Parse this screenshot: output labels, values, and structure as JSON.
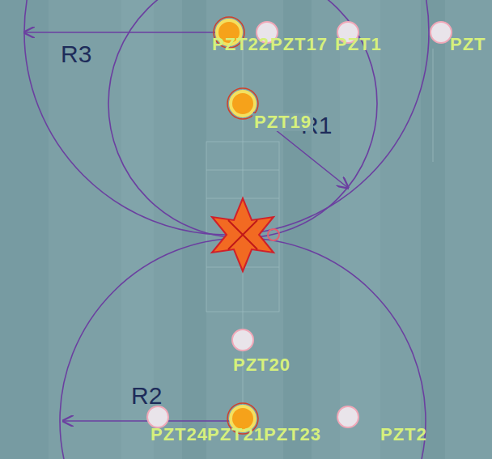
{
  "diagram": {
    "labels": [
      "R3",
      "R1",
      "R2",
      "PZT22",
      "PZT17",
      "PZT1",
      "PZT",
      "PZT19",
      "PZT20",
      "PZT24",
      "PZT21",
      "PZT23",
      "PZT2"
    ]
  }
}
